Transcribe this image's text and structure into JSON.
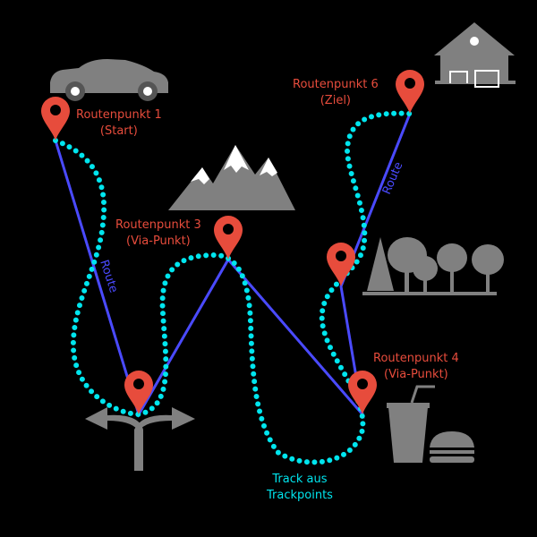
{
  "colors": {
    "route": "#4a4aff",
    "track": "#00e5ee",
    "waypoint": "#e74c3c",
    "icons": "#808080"
  },
  "waypoints": [
    {
      "name": "Routenpunkt 1",
      "sub": "(Start)"
    },
    {
      "name": "Routenpunkt 3",
      "sub": "(Via-Punkt)"
    },
    {
      "name": "Routenpunkt 4",
      "sub": "(Via-Punkt)"
    },
    {
      "name": "Routenpunkt 6",
      "sub": "(Ziel)"
    }
  ],
  "route_label": "Route",
  "track_label": {
    "line1": "Track aus",
    "line2": "Trackpoints"
  },
  "icons": [
    "car-icon",
    "mountains-icon",
    "house-icon",
    "forest-icon",
    "junction-arrows-icon",
    "drink-cup-icon",
    "burger-icon"
  ]
}
